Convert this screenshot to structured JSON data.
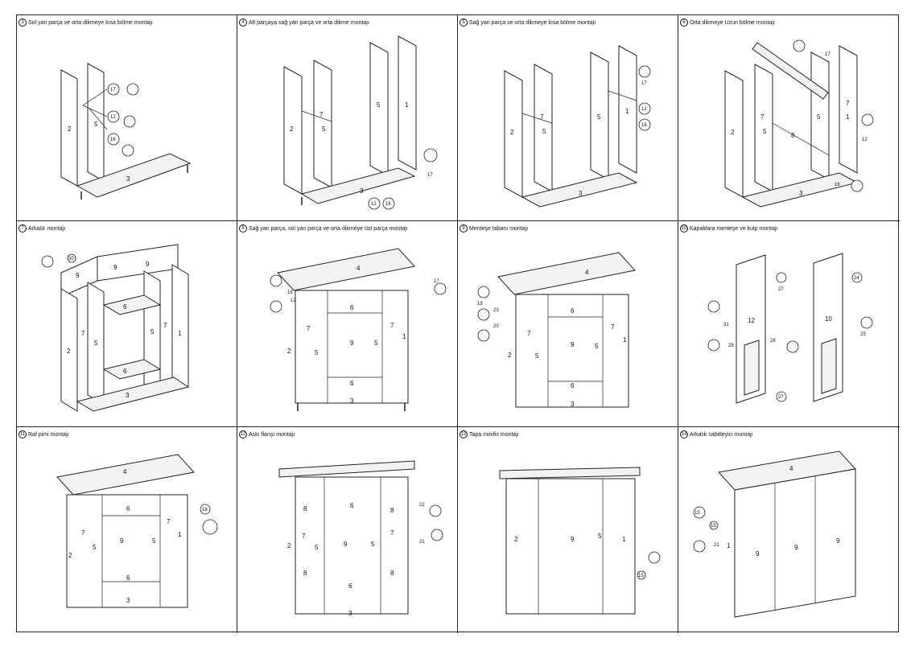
{
  "steps": [
    {
      "num": "3",
      "title": "Sol yan parça ve orta dikmeye kısa bölme montajı",
      "labels": [
        "2",
        "5",
        "3"
      ],
      "callouts": [
        "17",
        "12",
        "16"
      ]
    },
    {
      "num": "4",
      "title": "Alt parçaya sağ yan parça ve orta dikme montajı",
      "labels": [
        "7",
        "5",
        "2",
        "5",
        "1",
        "3"
      ],
      "callouts": [
        "17",
        "12",
        "16"
      ]
    },
    {
      "num": "5",
      "title": "Sağ yan parça ve orta dikmeye kısa bölme montajı",
      "labels": [
        "7",
        "5",
        "2",
        "5",
        "1",
        "3"
      ],
      "callouts": [
        "17",
        "12",
        "16"
      ]
    },
    {
      "num": "6",
      "title": "Orta dikmeye Uzun bölme montajı",
      "labels": [
        "7",
        "5",
        "2",
        "8",
        "5",
        "7",
        "1",
        "3"
      ],
      "callouts": [
        "17",
        "12",
        "16"
      ]
    },
    {
      "num": "7",
      "title": "Arkalık montajı",
      "labels": [
        "9",
        "9",
        "9",
        "6",
        "7",
        "5",
        "5",
        "7",
        "1",
        "2",
        "6",
        "3"
      ],
      "callouts": [
        "30"
      ]
    },
    {
      "num": "8",
      "title": "Sağ yan parça, sol yan parça ve orta dikmeye üst parça montajı",
      "labels": [
        "4",
        "6",
        "7",
        "9",
        "5",
        "7",
        "1",
        "2",
        "5",
        "6",
        "3"
      ],
      "callouts": [
        "16",
        "12",
        "17"
      ]
    },
    {
      "num": "9",
      "title": "Menteşe tabanı montajı",
      "labels": [
        "4",
        "6",
        "7",
        "9",
        "5",
        "7",
        "1",
        "2",
        "5",
        "6",
        "3"
      ],
      "callouts": [
        "19",
        "23",
        "20"
      ]
    },
    {
      "num": "10",
      "title": "Kapaklara menteşe ve kulp montajı",
      "labels": [
        "12",
        "10"
      ],
      "callouts": [
        "27",
        "24",
        "31",
        "29",
        "28",
        "25",
        "27"
      ]
    },
    {
      "num": "11",
      "title": "Raf pimi montajı",
      "labels": [
        "4",
        "6",
        "7",
        "9",
        "5",
        "7",
        "1",
        "2",
        "5",
        "6",
        "3"
      ],
      "callouts": [
        "18"
      ]
    },
    {
      "num": "12",
      "title": "Askı flanşı montajı",
      "labels": [
        "8",
        "6",
        "8",
        "7",
        "9",
        "5",
        "7",
        "2",
        "5",
        "8",
        "6",
        "8",
        "3"
      ],
      "callouts": [
        "22",
        "21"
      ]
    },
    {
      "num": "13",
      "title": "Tapa minifix montajı",
      "labels": [
        "2",
        "9",
        "5",
        "1"
      ],
      "callouts": [
        "15"
      ]
    },
    {
      "num": "14",
      "title": "Arkalık sabitleyici montajı",
      "labels": [
        "4",
        "1",
        "9",
        "9",
        "9"
      ],
      "callouts": [
        "13",
        "15",
        "21"
      ]
    }
  ]
}
